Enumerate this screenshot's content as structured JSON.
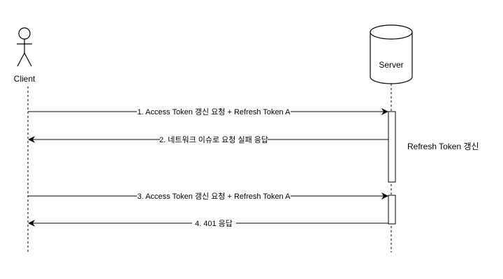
{
  "participants": {
    "client": {
      "label": "Client",
      "kind": "actor"
    },
    "server": {
      "label": "Server",
      "kind": "database"
    }
  },
  "messages": [
    {
      "id": 1,
      "label": "1. Access Token 갱신 요청 + Refresh Token A",
      "from": "client",
      "to": "server"
    },
    {
      "id": 2,
      "label": "2. 네트워크 이슈로 요청 실패 응답",
      "from": "server",
      "to": "client"
    },
    {
      "id": 3,
      "label": "3. Access Token 갱신 요청 + Refresh Token A",
      "from": "client",
      "to": "server"
    },
    {
      "id": 4,
      "label": "4. 401 응답",
      "from": "server",
      "to": "client"
    }
  ],
  "notes": {
    "server_action": "Refresh Token 갱신"
  }
}
